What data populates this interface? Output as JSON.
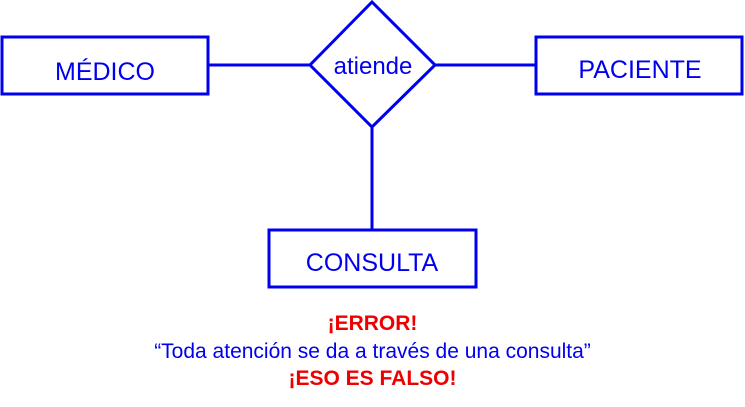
{
  "colors": {
    "stroke": "#0000ee",
    "text_blue": "#0000ee",
    "error_red": "#ee0000",
    "background": "#ffffff"
  },
  "diagram": {
    "type": "entity-relationship",
    "entities": [
      {
        "id": "medico",
        "label": "MÉDICO"
      },
      {
        "id": "paciente",
        "label": "PACIENTE"
      },
      {
        "id": "consulta",
        "label": "CONSULTA"
      }
    ],
    "relationship": {
      "label": "atiende",
      "connects": [
        "medico",
        "paciente",
        "consulta"
      ]
    }
  },
  "caption": {
    "error_title": "¡ERROR!",
    "statement": "“Toda atención se da a través de una consulta”",
    "verdict": "¡ESO ES FALSO!"
  }
}
